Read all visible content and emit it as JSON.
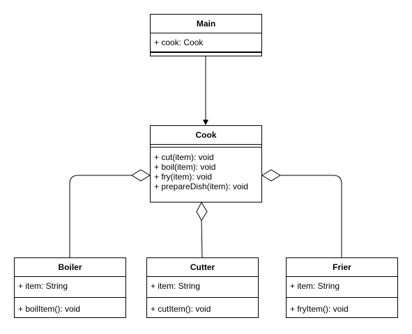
{
  "classes": {
    "main": {
      "name": "Main",
      "attributes": [
        "+ cook: Cook"
      ],
      "operations": []
    },
    "cook": {
      "name": "Cook",
      "attributes": [],
      "operations": [
        "+ cut(item): void",
        "+ boil(item): void",
        "+ fry(item): void",
        "+ prepareDish(item): void"
      ]
    },
    "boiler": {
      "name": "Boiler",
      "attributes": [
        "+ item: String"
      ],
      "operations": [
        "+ boilItem(): void"
      ]
    },
    "cutter": {
      "name": "Cutter",
      "attributes": [
        "+ item: String"
      ],
      "operations": [
        "+ cutItem(): void"
      ]
    },
    "frier": {
      "name": "Frier",
      "attributes": [
        "+ item: String"
      ],
      "operations": [
        "+ fryItem(): void"
      ]
    }
  },
  "relationships": [
    {
      "type": "association",
      "from": "Main",
      "to": "Cook"
    },
    {
      "type": "aggregation",
      "whole": "Cook",
      "part": "Boiler"
    },
    {
      "type": "aggregation",
      "whole": "Cook",
      "part": "Cutter"
    },
    {
      "type": "aggregation",
      "whole": "Cook",
      "part": "Frier"
    }
  ]
}
